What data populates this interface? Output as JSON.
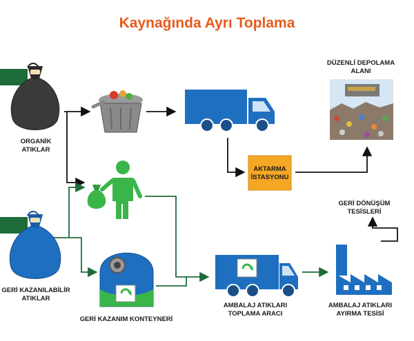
{
  "title": "Kaynağında Ayrı Toplama",
  "labels": {
    "organic_line1": "ORGANİK",
    "organic_line2": "ATIKLAR",
    "recyclable_line1": "GERİ KAZANILABİLİR",
    "recyclable_line2": "ATIKLAR",
    "landfill_line1": "DÜZENLİ DEPOLAMA",
    "landfill_line2": "ALANI",
    "transfer_line1": "AKTARMA",
    "transfer_line2": "İSTASYONU",
    "recycling_line1": "GERİ DÖNÜŞÜM",
    "recycling_line2": "TESİSLERİ",
    "container": "GERİ KAZANIM KONTEYNERİ",
    "pack_truck_line1": "AMBALAJ ATIKLARI",
    "pack_truck_line2": "TOPLAMA ARACI",
    "separation_line1": "AMBALAJ ATIKLARI",
    "separation_line2": "AYIRMA TESİSİ"
  },
  "colors": {
    "title": "#e85a1b",
    "organic_bag": "#3a3a3a",
    "recyclable_bag": "#1f6fc0",
    "truck": "#1f6fc0",
    "person": "#3ab54a",
    "transfer_box": "#f5a623",
    "green_arrow": "#1e6b3a",
    "black_arrow": "#111111"
  },
  "icons": [
    "trash-bag-icon",
    "trash-can-icon",
    "truck-icon",
    "person-throwing-icon",
    "recycle-container-icon",
    "recycle-symbol-icon",
    "factory-icon",
    "landfill-photo-icon"
  ]
}
